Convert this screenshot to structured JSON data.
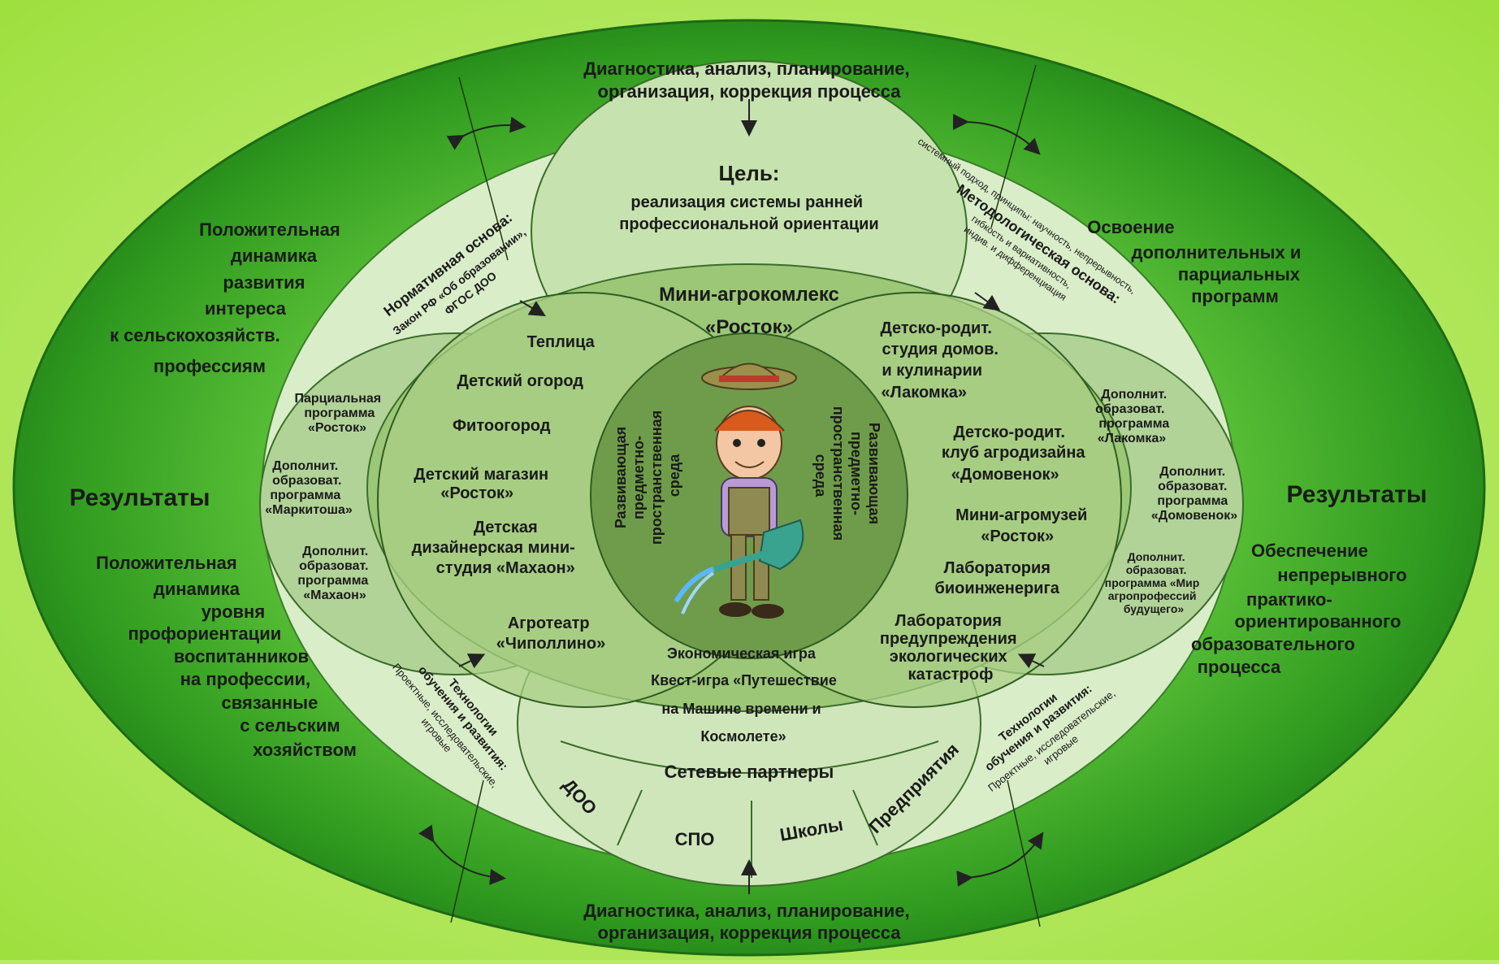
{
  "top_process": [
    "Диагностика, анализ, планирование,",
    "организация, коррекция процесса"
  ],
  "bottom_process": [
    "Диагностика, анализ, планирование,",
    "организация, коррекция процесса"
  ],
  "left_results": {
    "title": "Результаты",
    "upper": [
      "Положительная",
      "динамика",
      "развития",
      "интереса",
      "к сельскохозяйств.",
      "профессиям"
    ],
    "lower": [
      "Положительная",
      "динамика",
      "уровня",
      "профориентации",
      "воспитанников",
      "на профессии,",
      "связанные",
      "с сельским",
      "хозяйством"
    ]
  },
  "right_results": {
    "title": "Результаты",
    "upper": [
      "Освоение",
      "дополнительных и",
      "парциальных",
      "программ"
    ],
    "lower": [
      "Обеспечение",
      "непрерывного",
      "практико-",
      "ориентированного",
      "образовательного",
      "процесса"
    ]
  },
  "goal": {
    "title": "Цель:",
    "lines": [
      "реализация системы ранней",
      "профессиональной ориентации"
    ]
  },
  "normative": {
    "title": "Нормативная основа:",
    "lines": [
      "Закон РФ «Об образовании»,",
      "ФГОС ДОО"
    ]
  },
  "methodological": {
    "title": "Методологическая основа:",
    "lines": [
      "системный подход, принципы: научность, непрерывность,",
      "гибкость и вариативность,",
      "индив. и дифференциация"
    ]
  },
  "tech_left": {
    "title": [
      "Технологии",
      "обучения и развития:"
    ],
    "lines": [
      "Проектные, исследовательские,",
      "игровые"
    ]
  },
  "tech_right": {
    "title": [
      "Технологии",
      "обучения и развития:"
    ],
    "lines": [
      "Проектные, исследовательские,",
      "игровые"
    ]
  },
  "complex": {
    "title": "Мини-агрокомлекс",
    "name": "«Росток»"
  },
  "left_programs": [
    [
      "Парциальная",
      "программа",
      "«Росток»"
    ],
    [
      "Дополнит.",
      "образоват.",
      "программа",
      "«Маркитоша»"
    ],
    [
      "Дополнит.",
      "образоват.",
      "программа",
      "«Махаон»"
    ]
  ],
  "right_programs": [
    [
      "Дополнит.",
      "образоват.",
      "программа",
      "«Лакомка»"
    ],
    [
      "Дополнит.",
      "образоват.",
      "программа",
      "«Домовенок»"
    ],
    [
      "Дополнит.",
      "образоват.",
      "программа «Мир",
      "агропрофессий",
      "будущего»"
    ]
  ],
  "left_items": [
    "Теплица",
    "Детский огород",
    "Фитоогород",
    "Детский магазин",
    "«Росток»",
    "Детская",
    "дизайнерская мини-",
    "студия «Махаон»",
    "Агротеатр",
    "«Чиполлино»"
  ],
  "right_items": [
    "Детско-родит.",
    "студия  домов.",
    "и кулинарии",
    "«Лакомка»",
    "Детско-родит.",
    "клуб агродизайна",
    "«Домовенок»",
    "Мини-агромузей",
    "«Росток»",
    "Лаборатория",
    "биоинженерига",
    "Лаборатория",
    "предупреждения",
    "экологических",
    "катастроф"
  ],
  "env_left": [
    "Развивающая",
    "предметно-",
    "пространственная",
    "среда"
  ],
  "env_right": [
    "Развивающая",
    "предметно-",
    "пространственная",
    "среда"
  ],
  "games": [
    "Экономическая игра",
    "Квест-игра «Путешествие",
    "на Машине времени и",
    "Космолете»"
  ],
  "partners": {
    "title": "Сетевые партнеры",
    "items": [
      "ДОО",
      "СПО",
      "Школы",
      "Предприятия"
    ]
  },
  "colors": {
    "background": "#b9ec62",
    "outer_ring": "#2f9a1f",
    "pale_band": "#d6ebc2",
    "side_lens": "#b5d499",
    "inner": "#93c06c",
    "core": "#6f9c4a"
  }
}
